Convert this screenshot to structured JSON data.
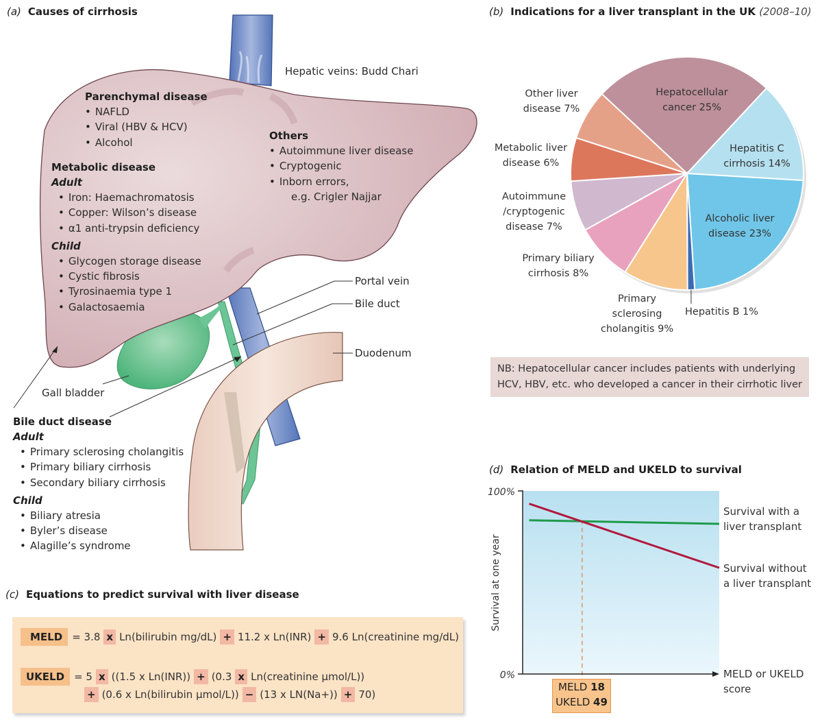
{
  "panel_a": {
    "tag": "(a)",
    "title": "Causes of cirrhosis",
    "parenchymal": {
      "heading": "Parenchymal disease",
      "items": [
        "NAFLD",
        "Viral (HBV & HCV)",
        "Alcohol"
      ]
    },
    "metabolic": {
      "heading": "Metabolic disease",
      "adult_label": "Adult",
      "adult_items": [
        "Iron: Haemachromatosis",
        "Copper: Wilson’s disease",
        "α1 anti-trypsin deficiency"
      ],
      "child_label": "Child",
      "child_items": [
        "Glycogen storage disease",
        "Cystic fibrosis",
        "Tyrosinaemia type 1",
        "Galactosaemia"
      ]
    },
    "others": {
      "heading": "Others",
      "items": [
        "Autoimmune liver disease",
        "Cryptogenic",
        "Inborn errors,"
      ],
      "continuation": "e.g. Crigler Najjar"
    },
    "bile_duct": {
      "heading": "Bile duct disease",
      "adult_label": "Adult",
      "adult_items": [
        "Primary sclerosing cholangitis",
        "Primary biliary cirrhosis",
        "Secondary biliary cirrhosis"
      ],
      "child_label": "Child",
      "child_items": [
        "Biliary atresia",
        "Byler’s disease",
        "Alagille’s syndrome"
      ]
    },
    "anatomy_labels": {
      "hepatic_veins": "Hepatic veins: Budd Chari",
      "portal_vein": "Portal vein",
      "bile_duct": "Bile duct",
      "duodenum": "Duodenum",
      "gall_bladder": "Gall bladder"
    },
    "colors": {
      "liver": "#d6b7bc",
      "liver_outline": "#6e4550",
      "vein": "#6f8cc8",
      "gall": "#66c08f",
      "duodenum": "#efd9cc"
    }
  },
  "panel_b": {
    "tag": "(b)",
    "title": "Indications for a liver transplant in the UK",
    "title_suffix": "(2008–10)",
    "note_line1": "NB: Hepatocellular cancer includes patients with underlying",
    "note_line2": "HCV, HBV, etc. who developed a cancer in their cirrhotic liver"
  },
  "panel_c": {
    "tag": "(c)",
    "title": "Equations to predict survival with liver disease",
    "meld": {
      "name": "MELD",
      "t1": "= 3.8",
      "op1": "x",
      "t2": "Ln(bilirubin mg/dL)",
      "op2": "+",
      "t3": "11.2 x Ln(INR)",
      "op3": "+",
      "t4": "9.6 Ln(creatinine mg/dL)"
    },
    "ukeld": {
      "name": "UKELD",
      "t1": "= 5",
      "op1": "x",
      "t2": "((1.5 x Ln(INR))",
      "op2": "+",
      "t3": "(0.3",
      "op3": "x",
      "t4": "Ln(creatinine µmol/L))",
      "op4": "+",
      "t5": "(0.6 x Ln(bilirubin µmol/L))",
      "op5": "−",
      "t6": "(13 x LN(Na+))",
      "op6": "+",
      "t7": "70)"
    }
  },
  "panel_d": {
    "tag": "(d)",
    "title": "Relation of MELD and UKELD to survival",
    "score_meld_label": "MELD",
    "score_meld_value": "18",
    "score_ukeld_label": "UKELD",
    "score_ukeld_value": "49"
  },
  "chart_data": [
    {
      "type": "pie",
      "title": "Indications for a liver transplant in the UK (2008–10)",
      "unit": "%",
      "slices": [
        {
          "label": "Hepatocellular cancer",
          "value": 25,
          "color": "#bd909b"
        },
        {
          "label": "Hepatitis C cirrhosis",
          "value": 14,
          "color": "#b5e0ef"
        },
        {
          "label": "Alcoholic liver disease",
          "value": 23,
          "color": "#6fc6e8"
        },
        {
          "label": "Hepatitis B",
          "value": 1,
          "color": "#3b6cb0"
        },
        {
          "label": "Primary sclerosing cholangitis",
          "value": 9,
          "color": "#f7c68c"
        },
        {
          "label": "Primary biliary cirrhosis",
          "value": 8,
          "color": "#e9a2bd"
        },
        {
          "label": "Autoimmune /cryptogenic disease",
          "value": 7,
          "color": "#d0b8cf"
        },
        {
          "label": "Metabolic liver disease",
          "value": 6,
          "color": "#dc775c"
        },
        {
          "label": "Other liver disease",
          "value": 7,
          "color": "#e5a188"
        }
      ],
      "display_labels": {
        "hcc": [
          "Hepatocellular",
          "cancer 25%"
        ],
        "hepc": [
          "Hepatitis C",
          "cirrhosis 14%"
        ],
        "ald": [
          "Alcoholic liver",
          "disease 23%"
        ],
        "hepb": [
          "Hepatitis B 1%"
        ],
        "psc": [
          "Primary",
          "sclerosing",
          "cholangitis 9%"
        ],
        "pbc": [
          "Primary biliary",
          "cirrhosis 8%"
        ],
        "auto": [
          "Autoimmune",
          "/cryptogenic",
          "disease 7%"
        ],
        "meta": [
          "Metabolic liver",
          "disease 6%"
        ],
        "other": [
          "Other liver",
          "disease 7%"
        ]
      }
    },
    {
      "type": "line",
      "title": "Relation of MELD and UKELD to survival",
      "xlabel": "MELD or UKELD score",
      "xlabel_lines": [
        "MELD or UKELD",
        "score"
      ],
      "ylabel": "Survival at one year",
      "y_ticks": [
        "100%",
        "0%"
      ],
      "ylim": [
        0,
        100
      ],
      "xlim": [
        0,
        100
      ],
      "grid": false,
      "series": [
        {
          "name": "Survival with a liver transplant",
          "label_lines": [
            "Survival with a",
            "liver transplant"
          ],
          "color": "#1f9a4a",
          "x": [
            3,
            100
          ],
          "y": [
            84,
            82
          ]
        },
        {
          "name": "Survival without a liver transplant",
          "label_lines": [
            "Survival without",
            "a liver transplant"
          ],
          "color": "#b0183c",
          "x": [
            3,
            100
          ],
          "y": [
            93,
            58
          ]
        }
      ],
      "crossover": {
        "x": 30,
        "y": 84,
        "meld": 18,
        "ukeld": 49
      }
    }
  ]
}
